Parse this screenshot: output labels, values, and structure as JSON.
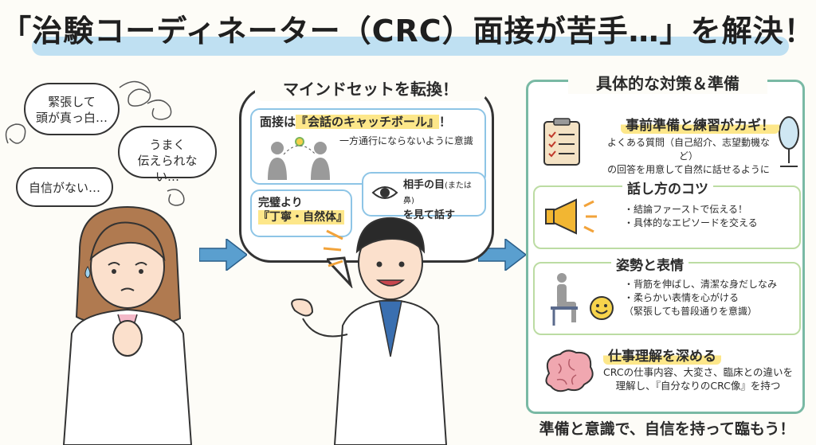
{
  "title": "「治験コーディネーター（CRC）面接が苦手…」を解決！",
  "left": {
    "thoughts": [
      "緊張して\n頭が真っ白…",
      "うまく\n伝えられない…",
      "自信がない…"
    ]
  },
  "middle": {
    "heading": "マインドセットを転換！",
    "card1_head_pre": "面接は",
    "card1_head_hl": "『会話のキャッチボール』",
    "card1_head_post": "！",
    "card1_sub": "一方通行にならないように意識",
    "card2_line1": "完璧より",
    "card2_line2": "『丁寧・自然体』",
    "card3_line1": "相手の目",
    "card3_line1_small": "(または鼻)",
    "card3_line2": "を見て話す"
  },
  "right": {
    "heading": "具体的な対策＆準備",
    "s1_head": "事前準備と練習がカギ！",
    "s1_body": [
      "よくある質問（自己紹介、志望動機など）",
      "の回答を用意して自然に話せるように"
    ],
    "s2_head": "話し方のコツ",
    "s2_body": [
      "・結論ファーストで伝える！",
      "・具体的なエピソードを交える"
    ],
    "s3_head": "姿勢と表情",
    "s3_body": [
      "・背筋を伸ばし、清潔な身だしなみ",
      "・柔らかい表情を心がける",
      "（緊張しても普段通りを意識）"
    ],
    "s4_head": "仕事理解を深める",
    "s4_body": [
      "CRCの仕事内容、大変さ、臨床との違いを",
      "理解し、『自分なりのCRC像』を持つ"
    ]
  },
  "footer": "準備と意識で、自信を持って臨もう！",
  "colors": {
    "title_band": "#bfe0f2",
    "highlight": "#fde78a",
    "card_border": "#8ec5e6",
    "panel_border": "#79b9a4",
    "section_border": "#bcdca3",
    "arrow": "#5a9fcf"
  }
}
